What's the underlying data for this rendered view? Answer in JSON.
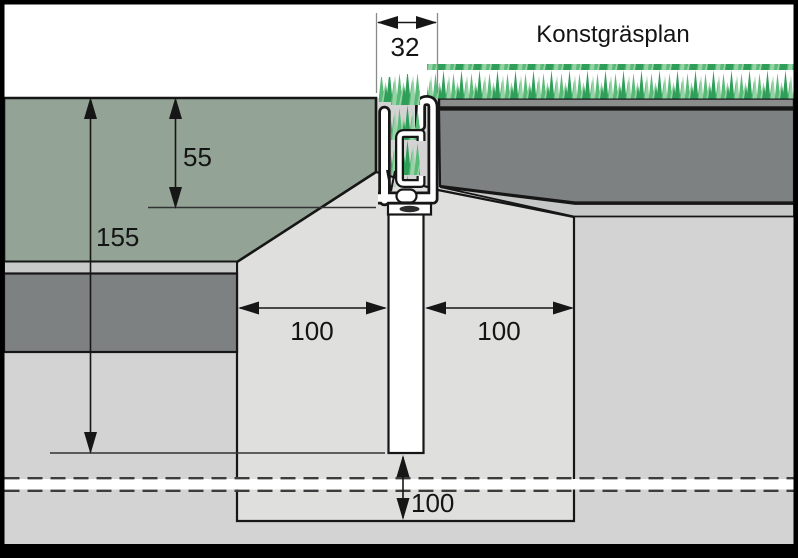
{
  "diagram": {
    "title": "Konstgräsplan",
    "dims": {
      "profile_width": "32",
      "turf_layer_depth": "55",
      "total_depth": "155",
      "trench_left_width": "100",
      "trench_right_width": "100",
      "footing_bottom_depth": "100"
    },
    "colors": {
      "white": "#ffffff",
      "line": "#161616",
      "sage_layer": "#93A396",
      "gray_layer": "#7E8182",
      "light_strip": "#C7CAC8",
      "right_strip": "#C5C8C6",
      "backing": "#8A8D8C",
      "base_ground": "#D2D3D2",
      "footing": "#DFDFDE",
      "grass_dark": "#2E9E58",
      "grass_mid": "#57BA77",
      "grass_light": "#97D2A6",
      "bolt": "#2D2D2D"
    }
  }
}
